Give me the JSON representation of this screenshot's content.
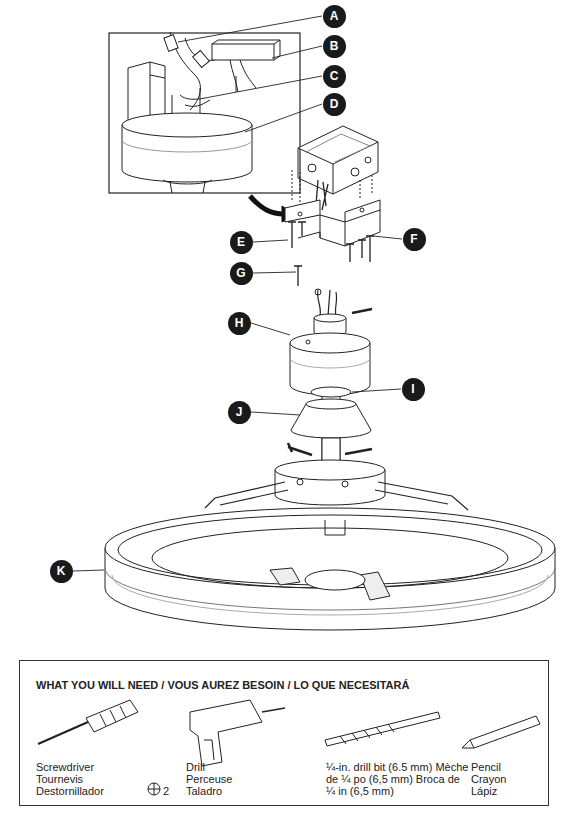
{
  "diagram": {
    "nodes": [
      {
        "text": [
          "A"
        ]
      },
      {
        "text": [
          "B"
        ]
      },
      {
        "text": [
          "C"
        ]
      },
      {
        "text": [
          "D"
        ]
      },
      {
        "text": [
          "E"
        ]
      },
      {
        "text": [
          "F"
        ]
      },
      {
        "text": [
          "G"
        ]
      },
      {
        "text": [
          "H"
        ]
      },
      {
        "text": [
          "I"
        ]
      },
      {
        "text": [
          "J"
        ]
      },
      {
        "text": [
          "K"
        ]
      },
      {
        "text": [
          "WHAT YOU WILL NEED / VOUS AUREZ BESOIN / LO QUE NECESITARÁ",
          "Screwdriver Tournevis Destornillador",
          "2",
          "Drill Perceuse Taladro",
          "¼-in. drill bit (6.5 mm) Mèche de ¼ po (6,5 mm) Broca de ¼ in (6,5 mm)",
          "Pencil Crayon Lápiz"
        ]
      }
    ]
  }
}
